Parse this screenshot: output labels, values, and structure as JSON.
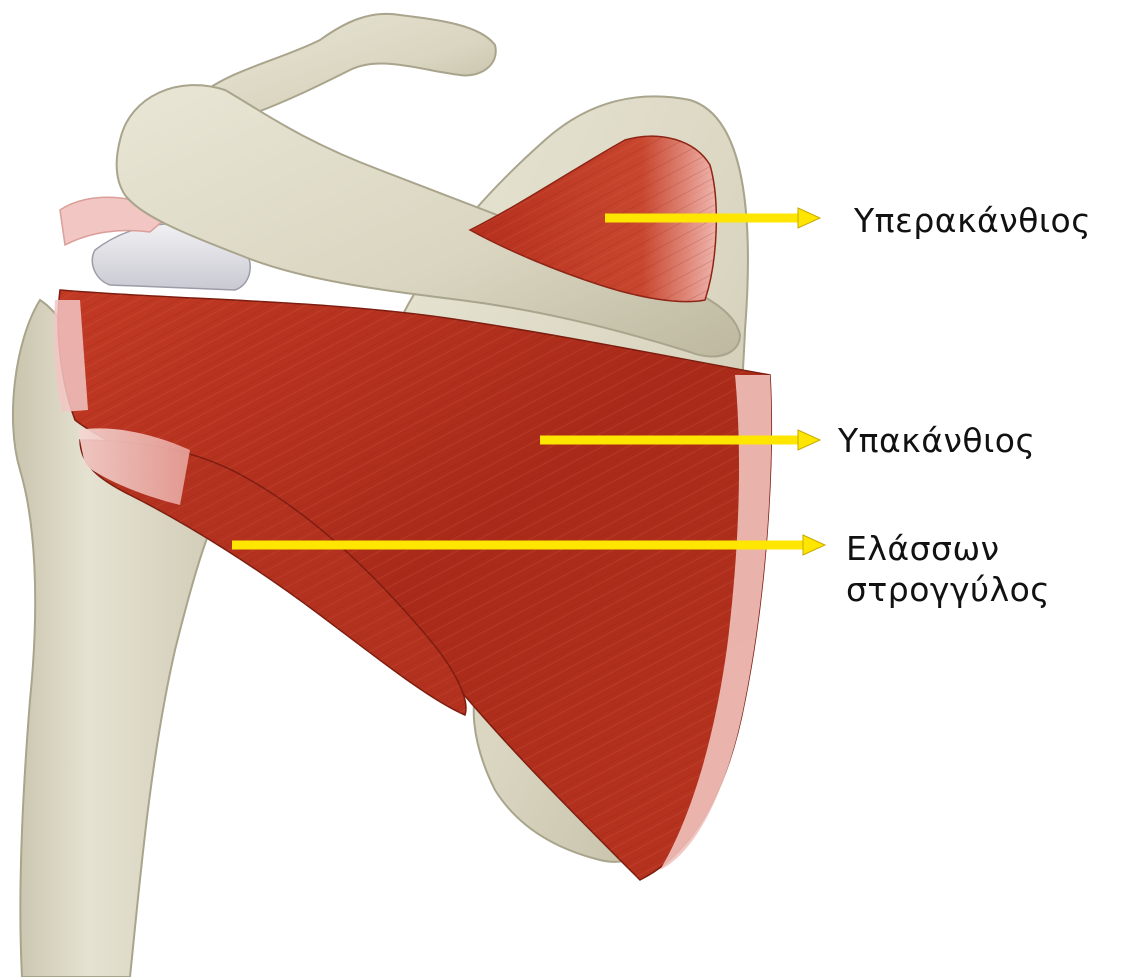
{
  "labels": {
    "supraspinatus": "Υπερακάνθιος",
    "infraspinatus": "Υπακάνθιος",
    "teres_minor_line1": "Ελάσσων",
    "teres_minor_line2": "στρογγύλος"
  },
  "colors": {
    "bone": "#dcd8c4",
    "muscle": "#b8321f",
    "tendon": "#f2c6c3",
    "arrow": "#ffe600"
  }
}
